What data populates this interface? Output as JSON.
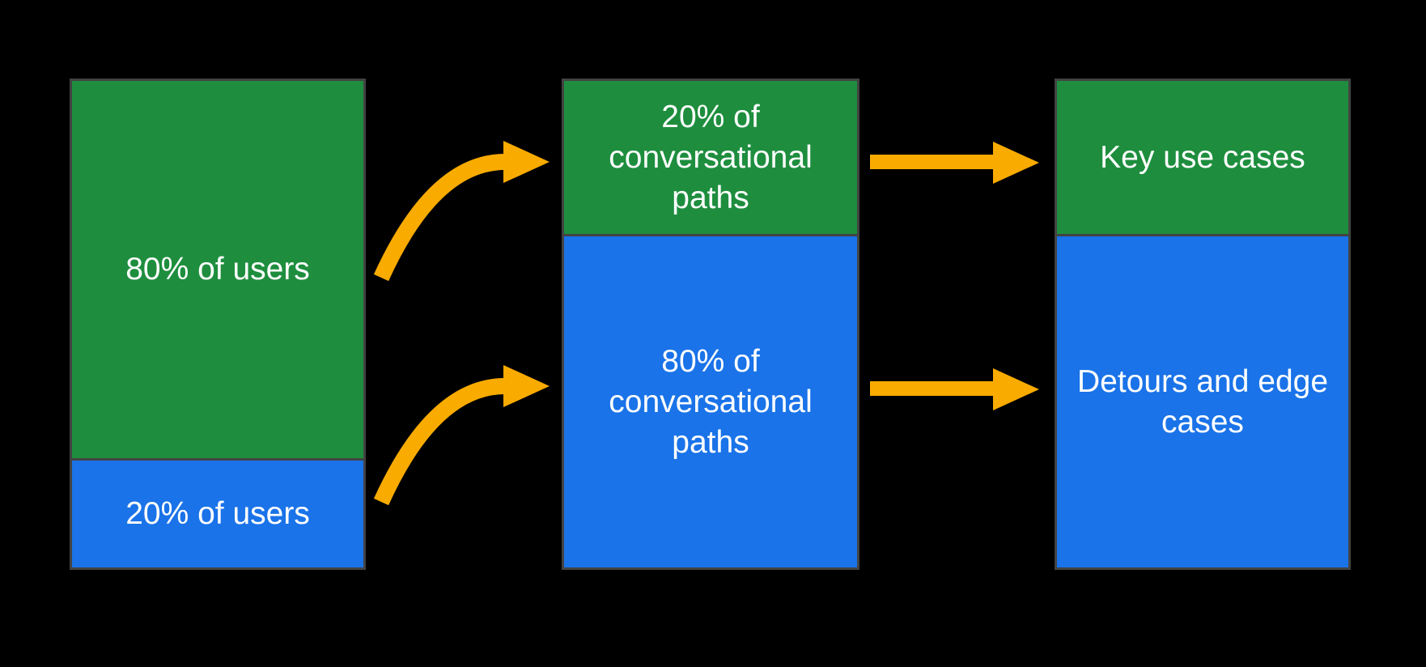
{
  "colors": {
    "green": "#1e8e3e",
    "blue": "#1a73e8",
    "yellow": "#f9ab00",
    "border": "#434343",
    "background": "#000000",
    "text": "#ffffff"
  },
  "flow": {
    "columns": [
      {
        "name": "users",
        "segments": [
          {
            "label": "80% of users",
            "color": "green"
          },
          {
            "label": "20% of users",
            "color": "blue"
          }
        ]
      },
      {
        "name": "conversational-paths",
        "segments": [
          {
            "label": "20% of conversational paths",
            "color": "green"
          },
          {
            "label": "80% of conversational paths",
            "color": "blue"
          }
        ]
      },
      {
        "name": "outcomes",
        "segments": [
          {
            "label": "Key use cases",
            "color": "green"
          },
          {
            "label": "Detours and edge cases",
            "color": "blue"
          }
        ]
      }
    ],
    "arrows": [
      {
        "name": "arrow-80-users-to-20-paths",
        "shape": "curved",
        "color": "yellow",
        "from": "80% of users",
        "to": "20% of conversational paths"
      },
      {
        "name": "arrow-20-users-to-80-paths",
        "shape": "curved",
        "color": "yellow",
        "from": "20% of users",
        "to": "80% of conversational paths"
      },
      {
        "name": "arrow-20-paths-to-key-use-cases",
        "shape": "straight",
        "color": "yellow",
        "from": "20% of conversational paths",
        "to": "Key use cases"
      },
      {
        "name": "arrow-80-paths-to-detours",
        "shape": "straight",
        "color": "yellow",
        "from": "80% of conversational paths",
        "to": "Detours and edge cases"
      }
    ]
  }
}
